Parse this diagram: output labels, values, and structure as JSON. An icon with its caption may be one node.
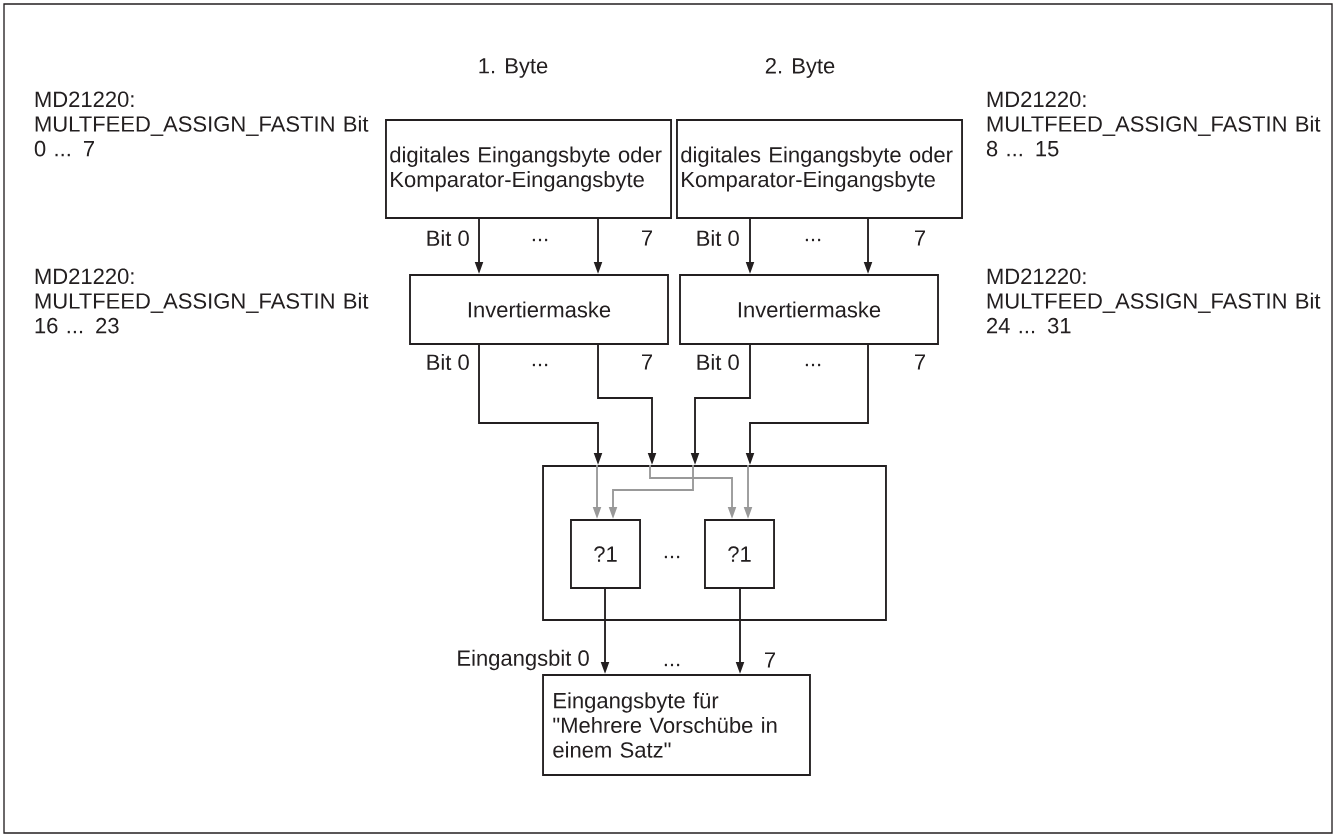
{
  "diagram": {
    "nodes": [
      {
        "text": [
          "digitales Eingangsbyte oder Komparator-Eingangsbyte"
        ],
        "beside": [
          "1. Byte"
        ]
      },
      {
        "text": [
          "digitales Eingangsbyte oder Komparator-Eingangsbyte"
        ],
        "beside": [
          "2. Byte"
        ]
      },
      {
        "text": [
          "Invertiermaske"
        ]
      },
      {
        "text": [
          "Invertiermaske"
        ]
      },
      {
        "text": [],
        "shape": "box"
      },
      {
        "text": [
          "?1"
        ],
        "in": 4
      },
      {
        "text": [
          "?1"
        ],
        "in": 4
      },
      {
        "text": [
          "Eingangsbyte für \"Mehrere Vorschübe in einem Satz\""
        ]
      }
    ],
    "edges": [
      {
        "from": 0,
        "to": 2,
        "arrow": "to",
        "label": "Bit 0"
      },
      {
        "from": 0,
        "to": 2,
        "arrow": "to",
        "label": "7"
      },
      {
        "from": 1,
        "to": 3,
        "arrow": "to",
        "label": "Bit 0"
      },
      {
        "from": 1,
        "to": 3,
        "arrow": "to",
        "label": "7"
      },
      {
        "from": 2,
        "to": 4,
        "arrow": "to",
        "label": "Bit 0"
      },
      {
        "from": 2,
        "to": 4,
        "arrow": "to",
        "label": "7"
      },
      {
        "from": 3,
        "to": 4,
        "arrow": "to",
        "label": "Bit 0"
      },
      {
        "from": 3,
        "to": 4,
        "arrow": "to",
        "label": "7"
      },
      {
        "from": 4,
        "to": 5,
        "arrow": "to",
        "color": "#999999"
      },
      {
        "from": 4,
        "to": 6,
        "arrow": "to",
        "color": "#999999"
      },
      {
        "from": 4,
        "to": 5,
        "arrow": "to",
        "color": "#999999"
      },
      {
        "from": 4,
        "to": 6,
        "arrow": "to",
        "color": "#999999"
      },
      {
        "from": 5,
        "to": 7,
        "arrow": "to",
        "label": "Eingangsbit 0"
      },
      {
        "from": 6,
        "to": 7,
        "arrow": "to",
        "label": "7"
      }
    ],
    "labels": [
      "MD21220: MULTFEED_ASSIGN_FASTIN Bit 0 ... 7",
      "MD21220: MULTFEED_ASSIGN_FASTIN Bit 8 ... 15",
      "...",
      "...",
      "MD21220: MULTFEED_ASSIGN_FASTIN Bit 16 ... 23",
      "MD21220: MULTFEED_ASSIGN_FASTIN Bit 24 ... 31",
      "...",
      "...",
      "...",
      "..."
    ]
  }
}
